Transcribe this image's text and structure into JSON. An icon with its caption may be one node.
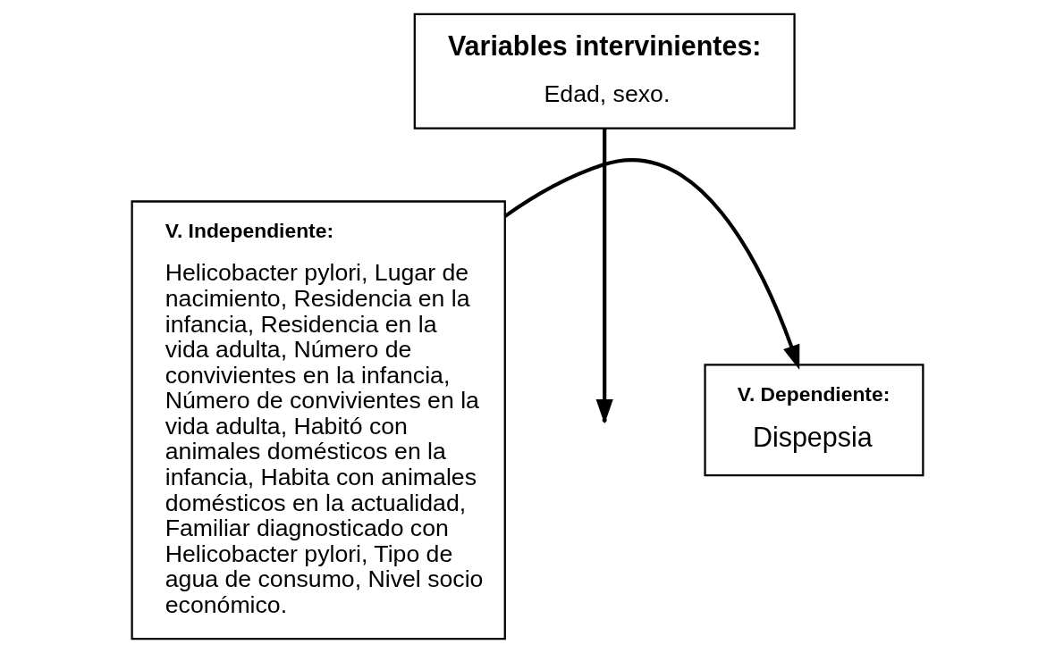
{
  "diagram": {
    "nodes": [
      {
        "text": [
          "Variables intervinientes:",
          "Edad, sexo."
        ]
      },
      {
        "text": [
          "V. Independiente:",
          "Helicobacter pylori, Lugar de nacimiento, Residencia en la infancia, Residencia en la vida adulta, Número de convivientes en la infancia, Número de convivientes en la vida adulta, Habitó con animales domésticos en la infancia, Habita con animales domésticos en la actualidad, Familiar diagnosticado con Helicobacter pylori, Tipo de agua de consumo, Nivel socio económico."
        ]
      },
      {
        "text": [
          "V. Dependiente:",
          "Dispepsia"
        ]
      }
    ],
    "edges": [
      {
        "from": 1,
        "to": 2,
        "arrow": "to"
      },
      {
        "from": 0,
        "to": null,
        "arrow": "to"
      }
    ]
  }
}
